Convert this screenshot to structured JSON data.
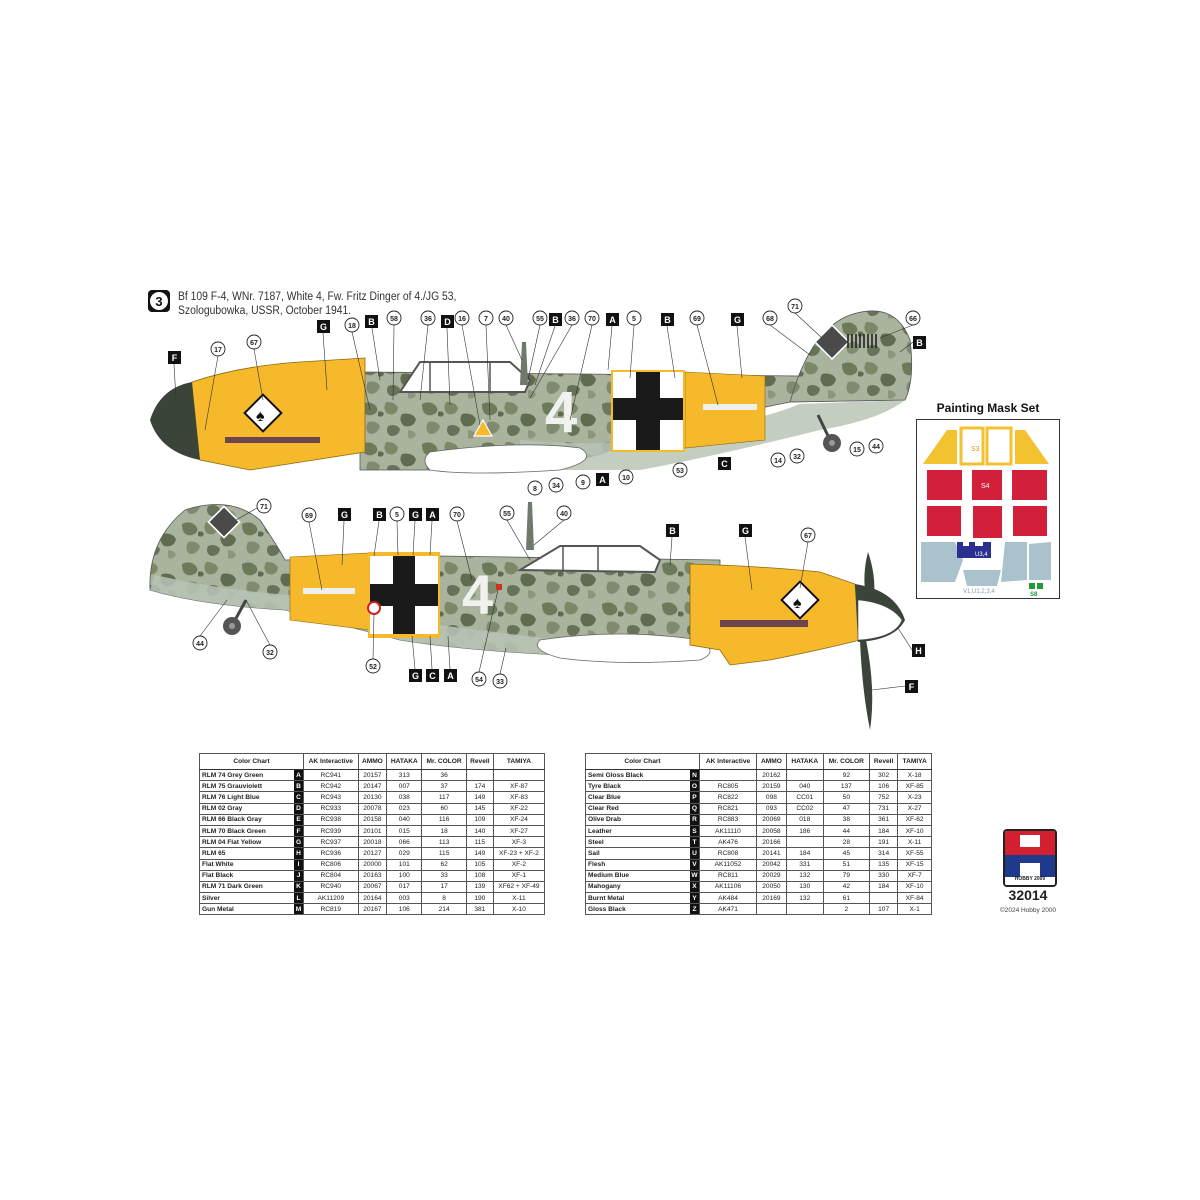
{
  "profile": {
    "number": "3",
    "title_line1": "Bf 109 F-4, WNr. 7187, White 4, Fw. Fritz Dinger of 4./JG 53,",
    "title_line2": "Szologubowka, USSR, October 1941.",
    "fuselage_number": "4"
  },
  "top_view_callouts": {
    "letters": [
      "F",
      "G",
      "B",
      "D",
      "B",
      "A",
      "B",
      "G",
      "B",
      "A",
      "C"
    ],
    "numbers": [
      "17",
      "67",
      "18",
      "58",
      "36",
      "16",
      "7",
      "40",
      "55",
      "36",
      "70",
      "5",
      "69",
      "71",
      "68",
      "66",
      "8",
      "34",
      "9",
      "10",
      "53",
      "14",
      "32",
      "15",
      "44"
    ]
  },
  "bottom_view_callouts": {
    "letters": [
      "G",
      "B",
      "G",
      "A",
      "B",
      "G",
      "H",
      "F",
      "G",
      "C",
      "A"
    ],
    "numbers": [
      "71",
      "69",
      "5",
      "70",
      "55",
      "40",
      "67",
      "44",
      "32",
      "52",
      "54",
      "33"
    ]
  },
  "mask_set": {
    "title": "Painting Mask Set",
    "labels": {
      "s3": "S3",
      "s4": "S4",
      "u34": "U3,4",
      "v": "V1,U1,2,3,4",
      "s8": "S8"
    },
    "colors": {
      "yellow": "#f3c230",
      "red": "#d3203a",
      "blue": "#a9c2cc",
      "navy": "#2b2f8f",
      "green": "#1f9a3e"
    }
  },
  "colors": {
    "rlm04_yellow": "#f6b92c",
    "rlm74_camo": "#7d8a6a",
    "rlm76_light": "#b8c2b2",
    "rlm70_green": "#3a4438",
    "cross_black": "#1a1a1a"
  },
  "tables": {
    "headers": [
      "Color Chart",
      "AK Interactive",
      "AMMO",
      "HATAKA",
      "Mr. COLOR",
      "Revell",
      "TAMIYA"
    ],
    "left": [
      {
        "name": "RLM 74 Grey Green",
        "code": "A",
        "ak": "RC941",
        "ammo": "20157",
        "hataka": "313",
        "mrcolor": "36",
        "revell": "",
        "tamiya": ""
      },
      {
        "name": "RLM 75 Grauviolett",
        "code": "B",
        "ak": "RC942",
        "ammo": "20147",
        "hataka": "007",
        "mrcolor": "37",
        "revell": "174",
        "tamiya": "XF-87"
      },
      {
        "name": "RLM 76 Light Blue",
        "code": "C",
        "ak": "RC943",
        "ammo": "20130",
        "hataka": "038",
        "mrcolor": "117",
        "revell": "149",
        "tamiya": "XF-83"
      },
      {
        "name": "RLM 02 Gray",
        "code": "D",
        "ak": "RC933",
        "ammo": "20078",
        "hataka": "023",
        "mrcolor": "60",
        "revell": "145",
        "tamiya": "XF-22"
      },
      {
        "name": "RLM 66 Black Gray",
        "code": "E",
        "ak": "RC938",
        "ammo": "20158",
        "hataka": "040",
        "mrcolor": "116",
        "revell": "109",
        "tamiya": "XF-24"
      },
      {
        "name": "RLM 70 Black Green",
        "code": "F",
        "ak": "RC939",
        "ammo": "20101",
        "hataka": "015",
        "mrcolor": "18",
        "revell": "140",
        "tamiya": "XF-27"
      },
      {
        "name": "RLM 04 Flat Yellow",
        "code": "G",
        "ak": "RC937",
        "ammo": "20018",
        "hataka": "066",
        "mrcolor": "113",
        "revell": "115",
        "tamiya": "XF-3"
      },
      {
        "name": "RLM 65",
        "code": "H",
        "ak": "RC936",
        "ammo": "20127",
        "hataka": "029",
        "mrcolor": "115",
        "revell": "149",
        "tamiya": "XF-23 + XF-2"
      },
      {
        "name": "Flat White",
        "code": "I",
        "ak": "RC806",
        "ammo": "20000",
        "hataka": "101",
        "mrcolor": "62",
        "revell": "105",
        "tamiya": "XF-2"
      },
      {
        "name": "Flat Black",
        "code": "J",
        "ak": "RC804",
        "ammo": "20163",
        "hataka": "100",
        "mrcolor": "33",
        "revell": "108",
        "tamiya": "XF-1"
      },
      {
        "name": "RLM 71 Dark Green",
        "code": "K",
        "ak": "RC940",
        "ammo": "20067",
        "hataka": "017",
        "mrcolor": "17",
        "revell": "139",
        "tamiya": "XF62 + XF-49"
      },
      {
        "name": "Silver",
        "code": "L",
        "ak": "AK11209",
        "ammo": "20164",
        "hataka": "003",
        "mrcolor": "8",
        "revell": "190",
        "tamiya": "X-11"
      },
      {
        "name": "Gun Metal",
        "code": "M",
        "ak": "RC819",
        "ammo": "20167",
        "hataka": "106",
        "mrcolor": "214",
        "revell": "381",
        "tamiya": "X-10"
      }
    ],
    "right": [
      {
        "name": "Semi Gloss Black",
        "code": "N",
        "ak": "",
        "ammo": "20162",
        "hataka": "",
        "mrcolor": "92",
        "revell": "302",
        "tamiya": "X-18"
      },
      {
        "name": "Tyre Black",
        "code": "O",
        "ak": "RC805",
        "ammo": "20159",
        "hataka": "040",
        "mrcolor": "137",
        "revell": "106",
        "tamiya": "XF-85"
      },
      {
        "name": "Clear Blue",
        "code": "P",
        "ak": "RC822",
        "ammo": "098",
        "hataka": "CC01",
        "mrcolor": "50",
        "revell": "752",
        "tamiya": "X-23"
      },
      {
        "name": "Clear Red",
        "code": "Q",
        "ak": "RC821",
        "ammo": "093",
        "hataka": "CC02",
        "mrcolor": "47",
        "revell": "731",
        "tamiya": "X-27"
      },
      {
        "name": "Olive Drab",
        "code": "R",
        "ak": "RC883",
        "ammo": "20069",
        "hataka": "018",
        "mrcolor": "38",
        "revell": "361",
        "tamiya": "XF-62"
      },
      {
        "name": "Leather",
        "code": "S",
        "ak": "AK11110",
        "ammo": "20058",
        "hataka": "186",
        "mrcolor": "44",
        "revell": "184",
        "tamiya": "XF-10"
      },
      {
        "name": "Steel",
        "code": "T",
        "ak": "AK476",
        "ammo": "20166",
        "hataka": "",
        "mrcolor": "28",
        "revell": "191",
        "tamiya": "X-11"
      },
      {
        "name": "Sail",
        "code": "U",
        "ak": "RC808",
        "ammo": "20141",
        "hataka": "184",
        "mrcolor": "45",
        "revell": "314",
        "tamiya": "XF-55"
      },
      {
        "name": "Flesh",
        "code": "V",
        "ak": "AK11052",
        "ammo": "20042",
        "hataka": "331",
        "mrcolor": "51",
        "revell": "135",
        "tamiya": "XF-15"
      },
      {
        "name": "Medium Blue",
        "code": "W",
        "ak": "RC811",
        "ammo": "20029",
        "hataka": "132",
        "mrcolor": "79",
        "revell": "330",
        "tamiya": "XF-7"
      },
      {
        "name": "Mahogany",
        "code": "X",
        "ak": "AK11106",
        "ammo": "20050",
        "hataka": "130",
        "mrcolor": "42",
        "revell": "184",
        "tamiya": "XF-10"
      },
      {
        "name": "Burnt Metal",
        "code": "Y",
        "ak": "AK484",
        "ammo": "20169",
        "hataka": "132",
        "mrcolor": "61",
        "revell": "",
        "tamiya": "XF-84"
      },
      {
        "name": "Gloss Black",
        "code": "Z",
        "ak": "AK471",
        "ammo": "",
        "hataka": "",
        "mrcolor": "2",
        "revell": "107",
        "tamiya": "X-1"
      }
    ]
  },
  "brand": {
    "logo_text": "HOBBY 2000",
    "kit_number": "32014",
    "copyright": "©2024 Hobby 2000"
  }
}
